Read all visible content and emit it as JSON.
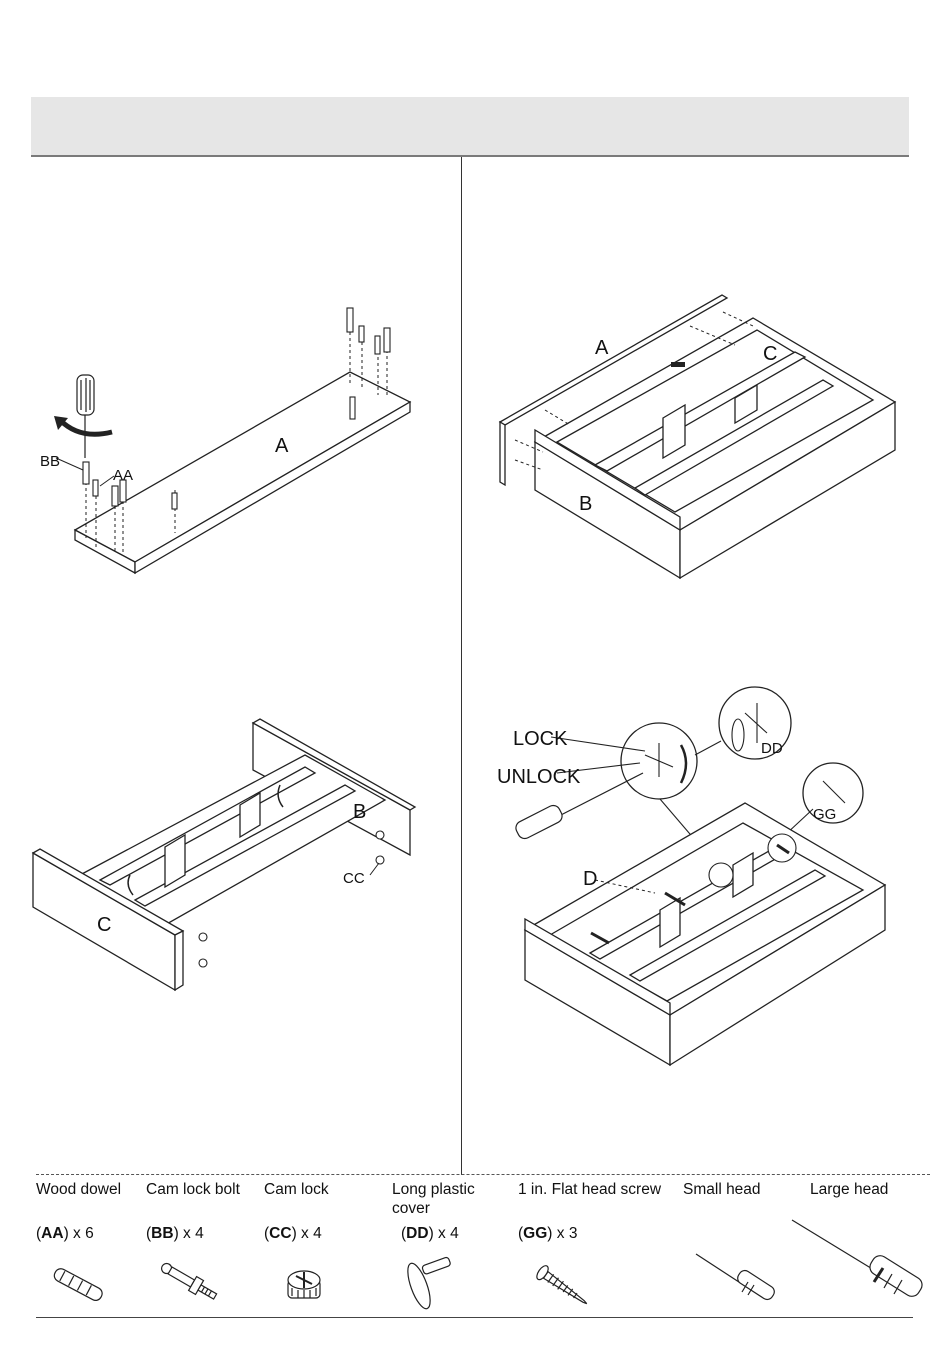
{
  "steps": {
    "step1": {
      "label_a": "A",
      "label_bb": "BB",
      "label_aa": "AA"
    },
    "step2": {
      "label_a": "A",
      "label_b": "B",
      "label_c": "C"
    },
    "step3": {
      "label_b": "B",
      "label_c": "C",
      "label_cc": "CC"
    },
    "step4": {
      "label_lock": "LOCK",
      "label_unlock": "UNLOCK",
      "label_dd": "DD",
      "label_gg": "GG",
      "label_d": "D"
    }
  },
  "hardware": [
    {
      "name": "Wood dowel",
      "code": "AA",
      "qty": "x 6"
    },
    {
      "name": "Cam lock bolt",
      "code": "BB",
      "qty": "x 4"
    },
    {
      "name": "Cam lock",
      "code": "CC",
      "qty": "x 4"
    },
    {
      "name": "Long plastic cover",
      "code": "DD",
      "qty": "x 4"
    },
    {
      "name": "1 in. Flat head screw",
      "code": "GG",
      "qty": "x 3"
    }
  ],
  "tools": [
    {
      "name": "Small head"
    },
    {
      "name": "Large head"
    }
  ]
}
